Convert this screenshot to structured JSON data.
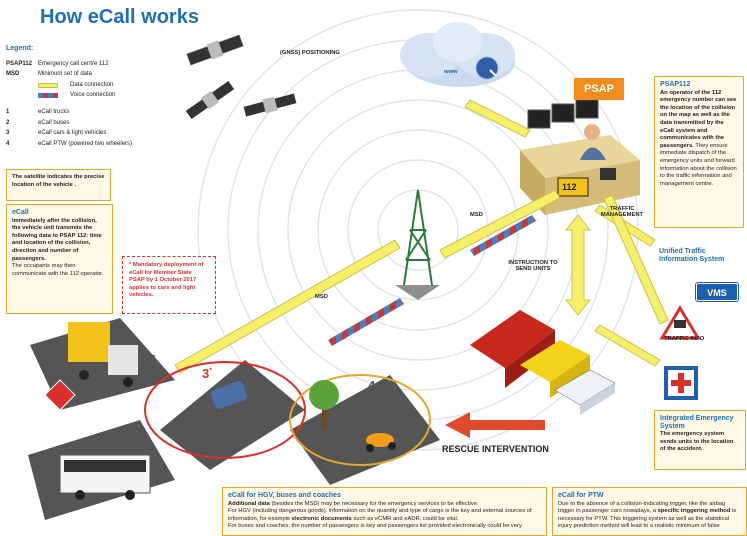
{
  "title": "How eCall works",
  "legend": {
    "heading": "Legend:",
    "psap112_key": "PSAP112",
    "psap112_desc": "Emergency call centre 112",
    "msd_key": "MSD",
    "msd_desc": "Minimum set of data",
    "data_desc": "Data connection",
    "voice_desc": "Voice connection",
    "n1": "1",
    "d1": "eCall trucks",
    "n2": "2",
    "d2": "eCall buses",
    "n3": "3",
    "d3": "eCall cars & light vehicles",
    "n4": "4",
    "d4": "eCall PTW (powered two wheelers)"
  },
  "satellite_note": "The satellite indicates the precise location of the vehicle .",
  "ecall_box": {
    "heading": "eCall",
    "bold": "Immediately after the collision, the vehicle unit transmits the following data to PSAP 112: time and location of the collision, direction and number of passengers.",
    "body": "The occupants may then communicate with the 112 operator."
  },
  "mandatory": "* Mandatory deployment of eCall for Member State PSAP by 1 October 2017 applies to cars and light vehicles.",
  "labels": {
    "gnss": "(GNSS) POSITIONING",
    "www": "www",
    "psap": "PSAP",
    "msd1": "MSD",
    "msd2": "MSD",
    "instruction": "INSTRUCTION TO SEND UNITS",
    "traffic_mgmt": "TRAFFIC MANAGEMENT",
    "sign_112": "112",
    "vms": "VMS",
    "traffic_info": "TRAFFIC INFO",
    "rescue": "RESCUE  INTERVENTION",
    "num1": "1",
    "num2": "2",
    "num3": "3",
    "num3_star": "*",
    "num4": "4"
  },
  "psap_box": {
    "heading": "PSAP112",
    "bold": "An operator of the 112 emergency number can see the location of the collision on the map as well as the data transmitted by the eCall system and communicates with the passengers.",
    "body": "They ensure immediate dispatch of the emergency units and forward information about the collision to the traffic information and management centre."
  },
  "uts_box": {
    "heading": "Unified Traffic Information System"
  },
  "ies_box": {
    "heading": "Integrated Emergency System",
    "bold": "The emergency system sends units to the location of the accident."
  },
  "hgv_box": {
    "heading": "eCall for HGV, buses and coaches",
    "l1_bold": "Additional data",
    "l1": " (besides the MSD) may be necessary for the emergency services to be effective.",
    "l2": "For HGV (including dangerous goods), information on the quantity and type of cargo is the key and external sources of information, for example ",
    "l2_bold": "electronic documents",
    "l2_end": " such as eCMR and eADR, could be vital.",
    "l3": "For buses and coaches, the number of passengers is key and passengers list provided electronically could be very"
  },
  "ptw_box": {
    "heading": "eCall for PTW",
    "l1": "Due to the absence of a collision-indicating trigger, like the airbag trigger in passenger cars nowadays, a ",
    "l1_bold": "specific triggering method",
    "l2": " is necessary for PTW. This triggering system as well as the statistical injury prediction method will lead to a realistic minimum of false"
  },
  "colors": {
    "title_blue": "#1f6fb2",
    "psap_orange": "#f28c1e",
    "box_border": "#e6a72c",
    "box_fill": "#fff8e6",
    "data_yellow": "#f5ef6a",
    "rescue_red": "#e04a2a",
    "vms_blue": "#1f5fb0"
  }
}
